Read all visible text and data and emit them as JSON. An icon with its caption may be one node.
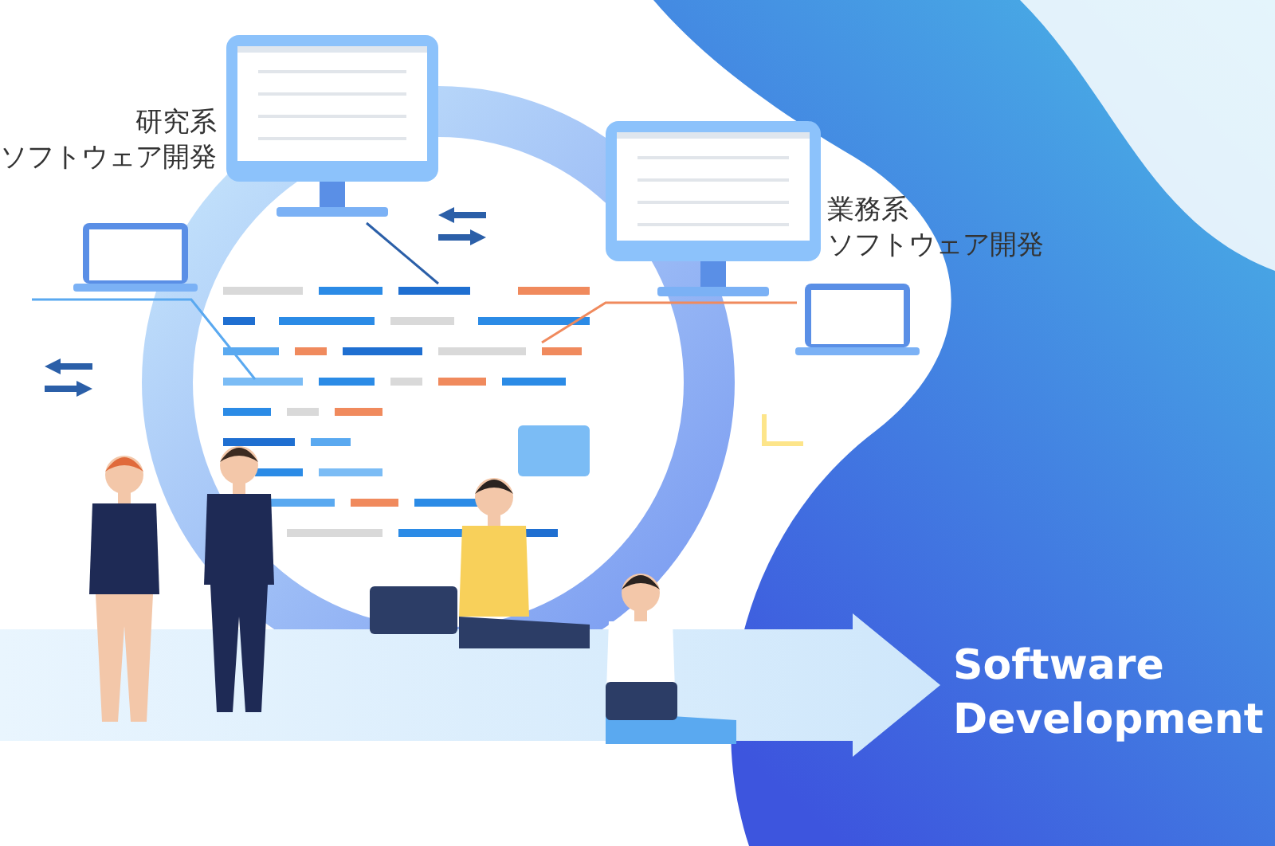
{
  "diagram": {
    "labels": [
      "研究系",
      "ソフトウェア開発",
      "業務系",
      "ソフトウェア開発",
      "Software Development"
    ]
  }
}
